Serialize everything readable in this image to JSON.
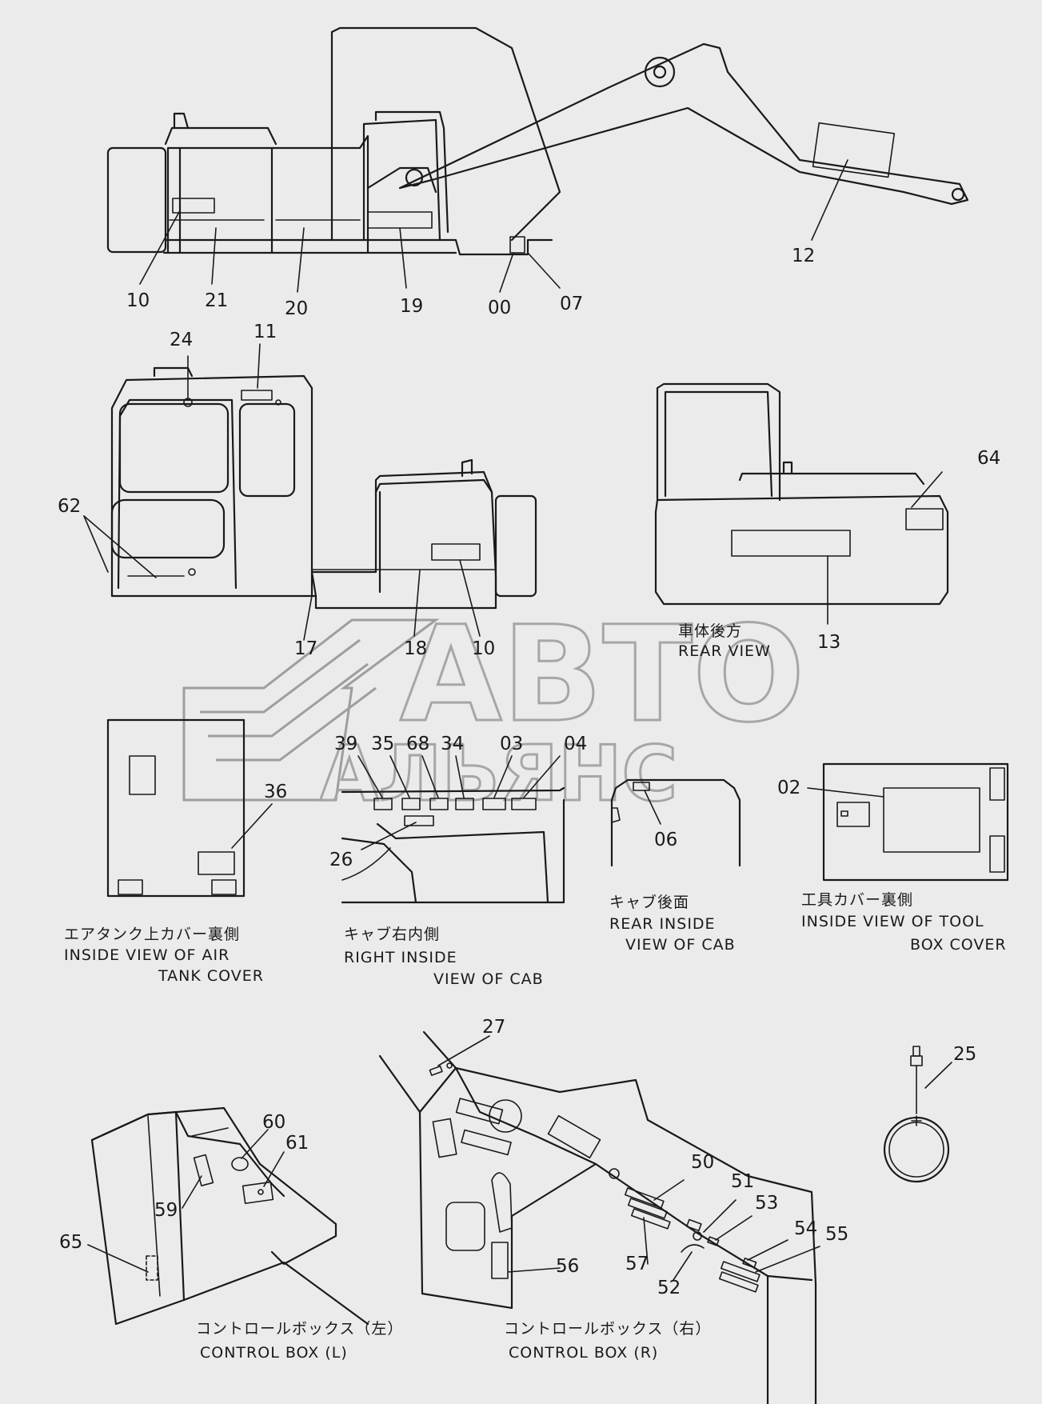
{
  "parts": {
    "p10a": "10",
    "p21": "21",
    "p20": "20",
    "p19": "19",
    "p00": "00",
    "p07": "07",
    "p12": "12",
    "p24": "24",
    "p11": "11",
    "p62": "62",
    "p17": "17",
    "p18": "18",
    "p10b": "10",
    "p64": "64",
    "p13": "13",
    "p36": "36",
    "p39": "39",
    "p35": "35",
    "p68": "68",
    "p34": "34",
    "p03": "03",
    "p04": "04",
    "p26": "26",
    "p06": "06",
    "p02": "02",
    "p27": "27",
    "p60": "60",
    "p61": "61",
    "p59": "59",
    "p65": "65",
    "p50": "50",
    "p51": "51",
    "p53": "53",
    "p54": "54",
    "p55": "55",
    "p56": "56",
    "p57": "57",
    "p52": "52",
    "p25": "25"
  },
  "captions": {
    "rear_jp": "車体後方",
    "rear_en": "REAR VIEW",
    "air_jp": "エアタンク上カバー裏側",
    "air_en1": "INSIDE VIEW OF AIR",
    "air_en2": "TANK COVER",
    "cabR_jp": "キャブ右内側",
    "cabR_en1": "RIGHT INSIDE",
    "cabR_en2": "VIEW OF CAB",
    "cabRear_jp": "キャブ後面",
    "cabRear_en1": "REAR INSIDE",
    "cabRear_en2": "VIEW OF CAB",
    "tool_jp": "工具カバー裏側",
    "tool_en1": "INSIDE VIEW OF TOOL",
    "tool_en2": "BOX COVER",
    "cbL_jp": "コントロールボックス（左）",
    "cbL_en": "CONTROL BOX (L)",
    "cbR_jp": "コントロールボックス（右）",
    "cbR_en": "CONTROL BOX (R)"
  },
  "watermark": {
    "line1": "АВТО",
    "line2": "АЛЬЯНС"
  }
}
